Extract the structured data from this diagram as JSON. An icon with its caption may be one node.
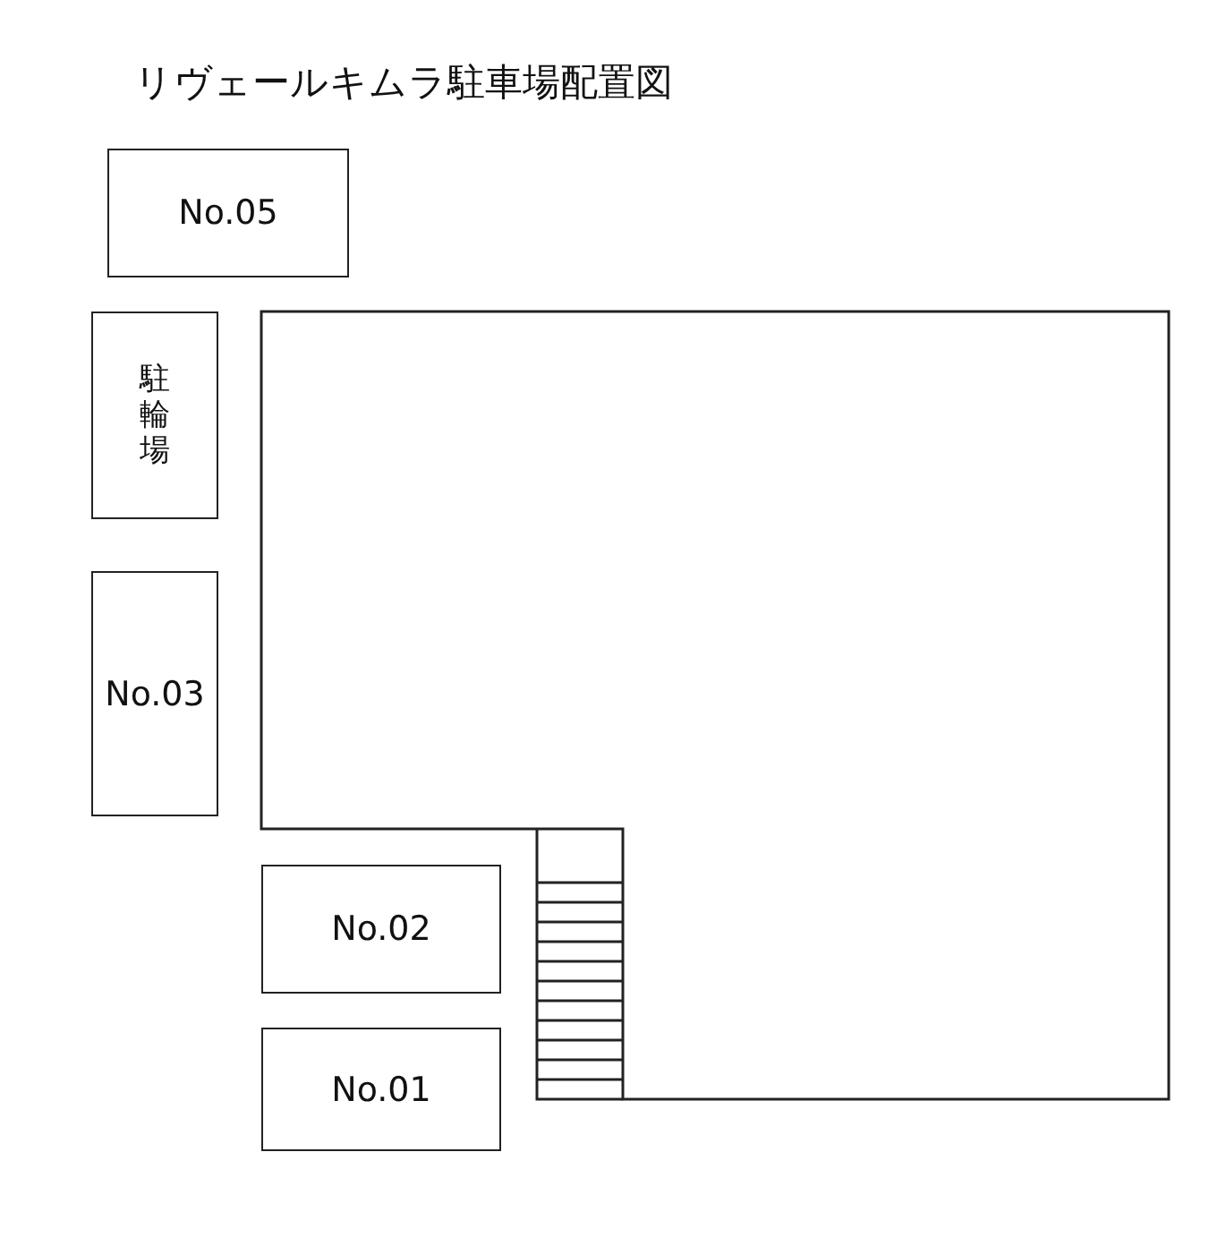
{
  "diagram": {
    "title": "リヴェールキムラ駐車場配置図",
    "nodes": [
      {
        "text": [
          "No.05"
        ]
      },
      {
        "text": [
          "駐輪場"
        ]
      },
      {
        "text": [
          "No.03"
        ]
      },
      {
        "text": [
          "No.02"
        ]
      },
      {
        "text": [
          "No.01"
        ]
      }
    ]
  }
}
